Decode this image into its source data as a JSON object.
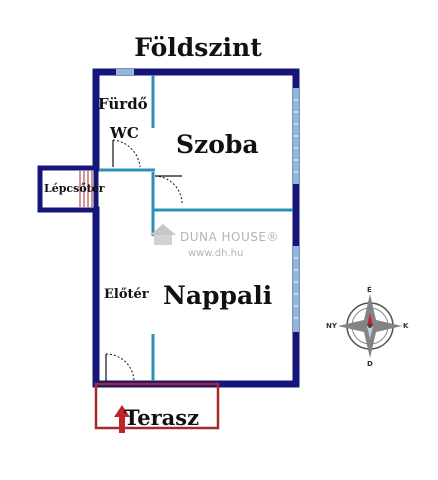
{
  "title": "Földszint",
  "rooms": {
    "furdo": "Fürdő",
    "wc": "WC",
    "szoba": "Szoba",
    "lepcsoter": "Lépcsőtér",
    "eloter": "Előtér",
    "nappali": "Nappali",
    "terasz": "Terasz"
  },
  "watermark": {
    "name": "DUNA HOUSE®",
    "url": "www.dh.hu"
  },
  "compass": {
    "north": "É",
    "south": "D",
    "east": "K",
    "west": "NY"
  },
  "colors": {
    "wall": "#15157a",
    "partition": "#2e8fb4",
    "window": "#8fb6dc",
    "terrace": "#a32b2b",
    "arrow": "#c0252e"
  }
}
